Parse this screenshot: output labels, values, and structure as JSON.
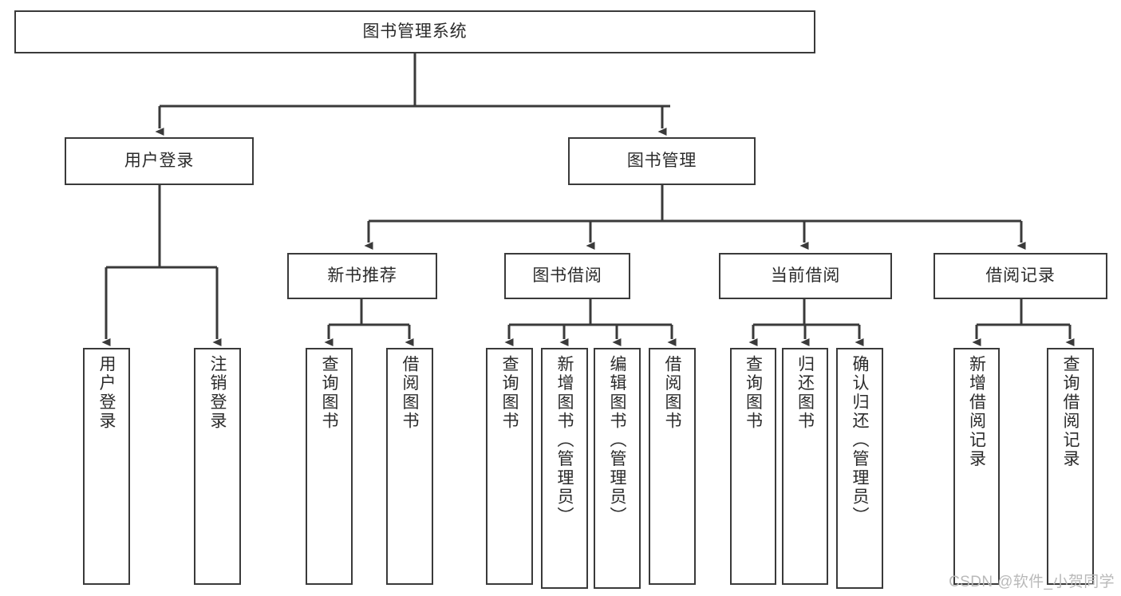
{
  "diagram": {
    "title": "图书管理系统",
    "type": "hierarchy-tree",
    "watermark": "CSDN @软件_小贺同学",
    "colors": {
      "stroke": "#3a3a3a",
      "text": "#2b2b2b",
      "background": "#ffffff",
      "watermark": "#b9b9b9"
    },
    "nodes": {
      "root": {
        "label": "图书管理系统"
      },
      "level2": [
        {
          "label": "用户登录"
        },
        {
          "label": "图书管理"
        }
      ],
      "level3": [
        {
          "label": "新书推荐"
        },
        {
          "label": "图书借阅"
        },
        {
          "label": "当前借阅"
        },
        {
          "label": "借阅记录"
        }
      ],
      "leaves_user_login": [
        {
          "label": "用户登录"
        },
        {
          "label": "注销登录"
        }
      ],
      "leaves_new_book": [
        {
          "label": "查询图书"
        },
        {
          "label": "借阅图书"
        }
      ],
      "leaves_borrow": [
        {
          "label": "查询图书"
        },
        {
          "label": "新增图书（管理员）"
        },
        {
          "label": "编辑图书（管理员）"
        },
        {
          "label": "借阅图书"
        }
      ],
      "leaves_current": [
        {
          "label": "查询图书"
        },
        {
          "label": "归还图书"
        },
        {
          "label": "确认归还（管理员）"
        }
      ],
      "leaves_record": [
        {
          "label": "新增借阅记录"
        },
        {
          "label": "查询借阅记录"
        }
      ]
    }
  }
}
